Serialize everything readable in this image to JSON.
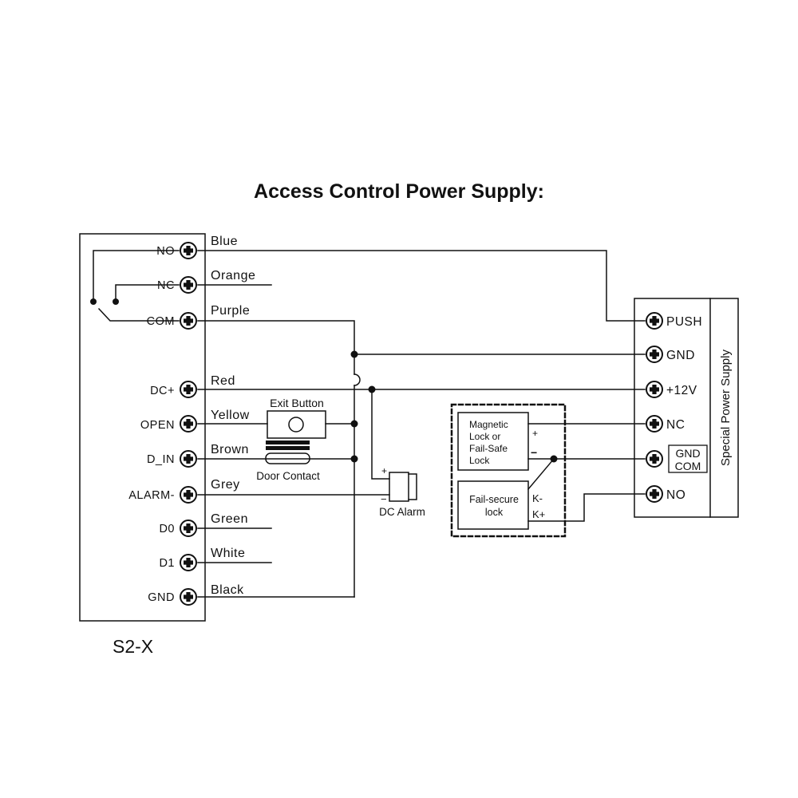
{
  "title": "Access Control Power Supply:",
  "controller": {
    "name": "S2-X",
    "terminals": [
      {
        "label": "NO",
        "wire": "Blue"
      },
      {
        "label": "NC",
        "wire": "Orange"
      },
      {
        "label": "COM",
        "wire": "Purple"
      },
      {
        "label": "DC+",
        "wire": "Red"
      },
      {
        "label": "OPEN",
        "wire": "Yellow"
      },
      {
        "label": "D_IN",
        "wire": "Brown"
      },
      {
        "label": "ALARM-",
        "wire": "Grey"
      },
      {
        "label": "D0",
        "wire": "Green"
      },
      {
        "label": "D1",
        "wire": "White"
      },
      {
        "label": "GND",
        "wire": "Black"
      }
    ]
  },
  "components": {
    "exit_button": "Exit Button",
    "door_contact": "Door Contact",
    "dc_alarm": "DC Alarm",
    "alarm_plus": "+",
    "alarm_minus": "−",
    "mag_lock": [
      "Magnetic",
      "Lock or",
      "Fail-Safe",
      "Lock"
    ],
    "mag_plus": "+",
    "mag_minus": "−",
    "fail_secure": [
      "Fail-secure",
      "lock"
    ],
    "k_minus": "K-",
    "k_plus": "K+"
  },
  "power_supply": {
    "name": "Special Power Supply",
    "terminals": [
      "PUSH",
      "GND",
      "+12V",
      "NC",
      "GND",
      "NO"
    ],
    "gnd_com": [
      "GND",
      "COM"
    ]
  }
}
